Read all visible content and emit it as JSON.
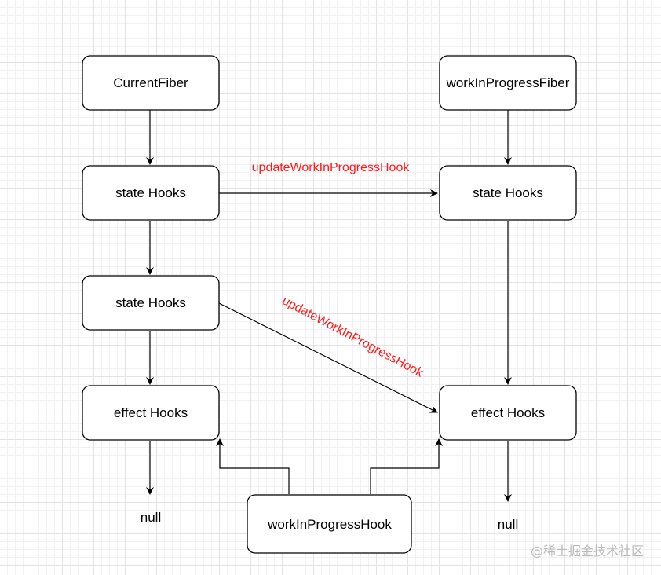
{
  "diagram": {
    "nodes": {
      "current_fiber": "CurrentFiber",
      "wip_fiber": "workInProgressFiber",
      "current_state_hooks_1": "state Hooks",
      "wip_state_hooks": "state Hooks",
      "current_state_hooks_2": "state Hooks",
      "current_effect_hooks": "effect Hooks",
      "wip_effect_hooks": "effect Hooks",
      "wip_hook": "workInProgressHook"
    },
    "edge_labels": {
      "horizontal": "updateWorkInProgressHook",
      "diagonal": "updateWorkInProgressHook"
    },
    "terminals": {
      "left_null": "null",
      "right_null": "null"
    },
    "colors": {
      "node_border": "#000000",
      "edge": "#000000",
      "edge_label": "#ff1a1a",
      "grid": "#e3e3e3"
    }
  },
  "watermark": "@稀土掘金技术社区"
}
